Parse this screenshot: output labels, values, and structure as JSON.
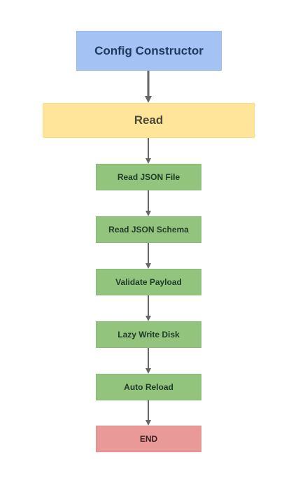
{
  "diagram": {
    "nodes": {
      "config_constructor": {
        "label": "Config Constructor",
        "color": "#a4c2f4"
      },
      "read": {
        "label": "Read",
        "color": "#ffe599"
      },
      "steps": [
        {
          "label": "Read JSON File",
          "color": "#93c47d"
        },
        {
          "label": "Read JSON Schema",
          "color": "#93c47d"
        },
        {
          "label": "Validate Payload",
          "color": "#93c47d"
        },
        {
          "label": "Lazy Write Disk",
          "color": "#93c47d"
        },
        {
          "label": "Auto Reload",
          "color": "#93c47d"
        }
      ],
      "end": {
        "label": "END",
        "color": "#ea9999"
      }
    },
    "edges": [
      [
        "Config Constructor",
        "Read"
      ],
      [
        "Read",
        "Read JSON File"
      ],
      [
        "Read JSON File",
        "Read JSON Schema"
      ],
      [
        "Read JSON Schema",
        "Validate Payload"
      ],
      [
        "Validate Payload",
        "Lazy Write Disk"
      ],
      [
        "Lazy Write Disk",
        "Auto Reload"
      ],
      [
        "Auto Reload",
        "END"
      ]
    ],
    "arrow_color": "#666666"
  }
}
